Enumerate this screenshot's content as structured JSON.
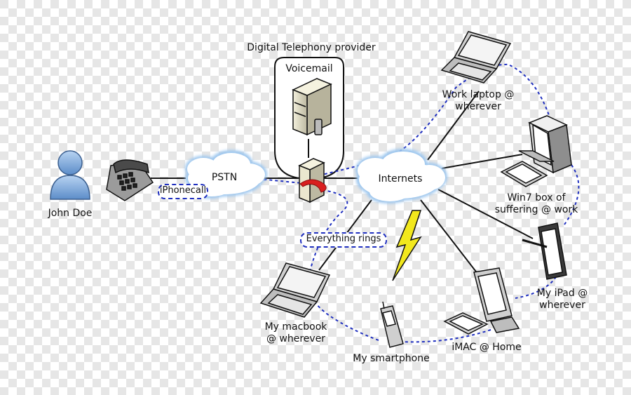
{
  "labels": {
    "provider": "Digital Telephony provider",
    "voicemail": "Voicemail",
    "pstn": "PSTN",
    "internets": "Internets",
    "iphonecall": "iPhonecall",
    "everything_rings": "Everything rings",
    "john_doe": "John Doe",
    "work_laptop": "Work laptop @\nwherever",
    "win7": "Win7 box of\nsuffering @ work",
    "ipad": "My iPad @\nwherever",
    "imac": "iMAC @ Home",
    "smartphone": "My smartphone",
    "macbook": "My macbook\n@ wherever"
  },
  "colors": {
    "cloud": "#ffffff",
    "cloud_edge": "#9cc6ee",
    "dashed_link": "#1f2fbf",
    "solid_link": "#000000",
    "person": "#7fa7d8",
    "lightning": "#f2e81d",
    "arrow": "#d91f1f"
  },
  "icons": [
    "person-icon",
    "desk-phone-icon",
    "server-icon",
    "switch-icon",
    "laptop-icon",
    "desktop-pc-icon",
    "tablet-icon",
    "imac-icon",
    "mobile-phone-icon",
    "lightning-icon"
  ]
}
